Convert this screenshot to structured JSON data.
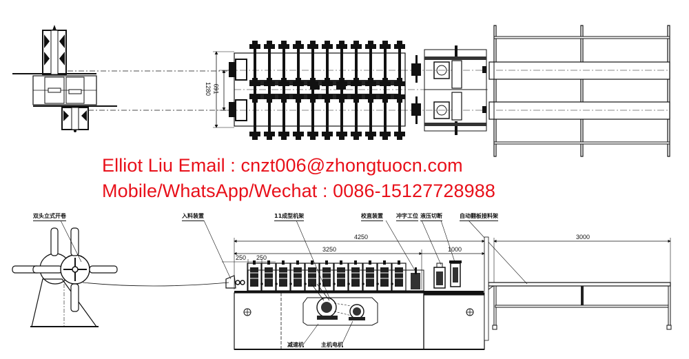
{
  "contact": {
    "line1": "Elliot Liu Email : cnzt006@zhongtuocn.com",
    "line2": "Mobile/WhatsApp/Wechat : 0086-15127728988",
    "color": "#e8101a"
  },
  "top_view": {
    "dimensions": {
      "overall_width": "1280",
      "line_spacing": "691"
    },
    "roll_stands_per_line": 11,
    "lines": 2
  },
  "side_view": {
    "labels": {
      "decoiler": "双头立式开卷",
      "feeding": "入料装置",
      "forming_stands": "11成型机架",
      "straightener": "校直装置",
      "punching": "冲字工位",
      "hydraulic_cut": "液压切断",
      "runout_table": "自动翻板接料架",
      "reducer": "减速机",
      "main_motor": "主机电机"
    },
    "dimensions": {
      "total_length": "4250",
      "forming_length": "3250",
      "cut_section": "1000",
      "stand_pitch_1": "250",
      "stand_pitch_2": "250",
      "table_length": "3000"
    }
  },
  "colors": {
    "line": "#111111",
    "background": "#ffffff",
    "accent_text": "#e8101a"
  }
}
